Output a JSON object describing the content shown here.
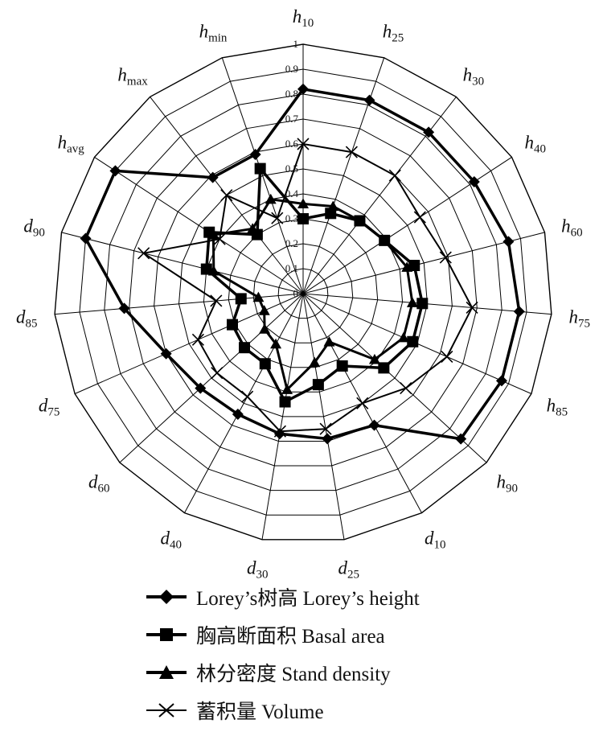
{
  "chart_data": {
    "type": "radar",
    "axes": [
      {
        "base": "h",
        "sub": "10"
      },
      {
        "base": "h",
        "sub": "25"
      },
      {
        "base": "h",
        "sub": "30"
      },
      {
        "base": "h",
        "sub": "40"
      },
      {
        "base": "h",
        "sub": "60"
      },
      {
        "base": "h",
        "sub": "75"
      },
      {
        "base": "h",
        "sub": "85"
      },
      {
        "base": "h",
        "sub": "90"
      },
      {
        "base": "d",
        "sub": "10"
      },
      {
        "base": "d",
        "sub": "25"
      },
      {
        "base": "d",
        "sub": "30"
      },
      {
        "base": "d",
        "sub": "40"
      },
      {
        "base": "d",
        "sub": "60"
      },
      {
        "base": "d",
        "sub": "75"
      },
      {
        "base": "d",
        "sub": "85"
      },
      {
        "base": "d",
        "sub": "90"
      },
      {
        "base": "h",
        "sub": "avg"
      },
      {
        "base": "h",
        "sub": "max"
      },
      {
        "base": "h",
        "sub": "min"
      }
    ],
    "ticks": [
      "0",
      "0.1",
      "0.2",
      "0.3",
      "0.4",
      "0.5",
      "0.6",
      "0.7",
      "0.8",
      "0.9",
      "1"
    ],
    "range": [
      0,
      1
    ],
    "series": [
      {
        "name": "Lorey’s树高  Lorey’s  height",
        "marker": "diamond",
        "values": [
          0.82,
          0.82,
          0.82,
          0.82,
          0.85,
          0.87,
          0.87,
          0.86,
          0.6,
          0.59,
          0.57,
          0.55,
          0.56,
          0.6,
          0.72,
          0.9,
          0.9,
          0.59,
          0.59
        ]
      },
      {
        "name": "胸高断面积 Basal area",
        "marker": "square",
        "values": [
          0.3,
          0.34,
          0.37,
          0.39,
          0.46,
          0.48,
          0.48,
          0.44,
          0.33,
          0.37,
          0.44,
          0.32,
          0.32,
          0.31,
          0.25,
          0.4,
          0.45,
          0.3,
          0.53
        ]
      },
      {
        "name": "林分密度 Stand density",
        "marker": "triangle",
        "values": [
          0.36,
          0.37,
          0.37,
          0.39,
          0.43,
          0.44,
          0.44,
          0.39,
          0.22,
          0.28,
          0.39,
          0.23,
          0.21,
          0.17,
          0.18,
          0.37,
          0.43,
          0.33,
          0.4
        ]
      },
      {
        "name": "蓄积量 Volume",
        "marker": "x",
        "values": [
          0.6,
          0.6,
          0.6,
          0.56,
          0.59,
          0.68,
          0.63,
          0.56,
          0.5,
          0.55,
          0.56,
          0.47,
          0.47,
          0.46,
          0.35,
          0.66,
          0.4,
          0.5,
          0.32
        ]
      }
    ]
  },
  "legend": {
    "items": [
      {
        "label": "Lorey’s树高  Lorey’s  height"
      },
      {
        "label": "胸高断面积 Basal area"
      },
      {
        "label": "林分密度 Stand density"
      },
      {
        "label": "蓄积量 Volume"
      }
    ]
  }
}
